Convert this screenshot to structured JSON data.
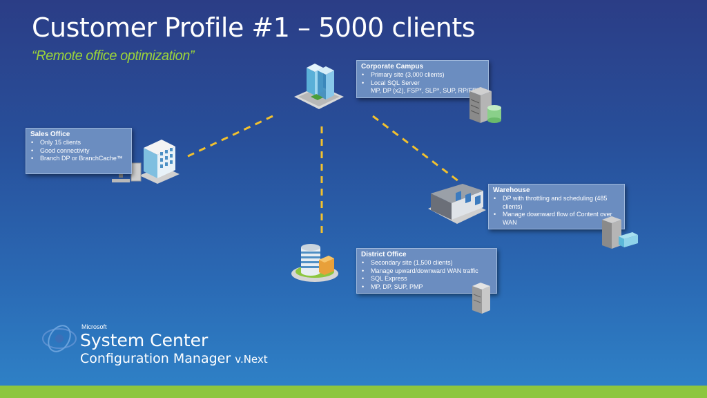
{
  "title": "Customer Profile #1 – 5000 clients",
  "subtitle": "“Remote office optimization”",
  "boxes": {
    "corporate": {
      "heading": "Corporate Campus",
      "items": [
        "Primary site (3,000 clients)",
        "Local SQL Server",
        "MP, DP (x2), FSP*, SLP*, SUP, RP/FEP"
      ]
    },
    "sales": {
      "heading": "Sales Office",
      "items": [
        "Only 15 clients",
        "Good connectivity",
        "Branch DP or BranchCache™"
      ]
    },
    "warehouse": {
      "heading": "Warehouse",
      "items": [
        "DP  with throttling and scheduling (485 clients)",
        "Manage downward flow of Content over WAN"
      ]
    },
    "district": {
      "heading": "District Office",
      "items": [
        "Secondary site (1,500 clients)",
        "Manage upward/downward WAN traffic",
        "SQL Express",
        "MP, DP, SUP, PMP"
      ]
    }
  },
  "logo": {
    "microsoft": "Microsoft",
    "product_line1": "System Center",
    "product_line2": "Configuration Manager",
    "version": "v.Next"
  },
  "colors": {
    "accent_green": "#8dc63f",
    "connector": "#f2c12e",
    "box_fill": "#6b8dc0"
  },
  "icons": [
    "corporate-building-icon",
    "sales-building-icon",
    "workstation-icon",
    "warehouse-icon",
    "district-building-icon",
    "server-icon",
    "database-icon",
    "folder-icon",
    "system-center-logo-icon"
  ]
}
